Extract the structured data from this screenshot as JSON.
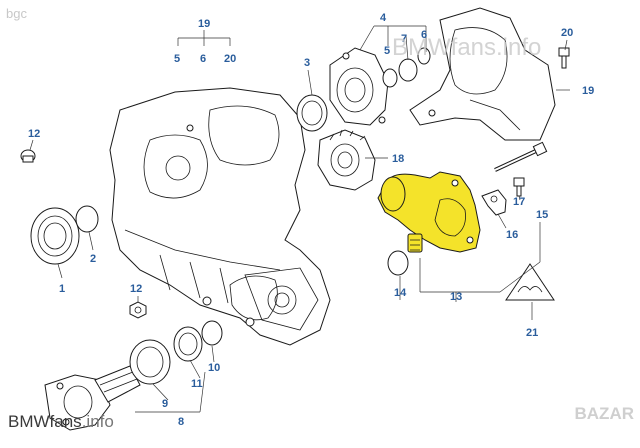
{
  "watermarks": {
    "top_left": "bgc",
    "center": "BMWfans.info",
    "bottom_left_main": "BMWfans",
    "bottom_left_suffix": ".info",
    "bottom_right": "BAZAR"
  },
  "callouts": {
    "c1": "1",
    "c2": "2",
    "c3": "3",
    "c4": "4",
    "c5": "5",
    "c5b": "5",
    "c6": "6",
    "c6b": "6",
    "c7": "7",
    "c8": "8",
    "c9": "9",
    "c10": "10",
    "c11": "11",
    "c12": "12",
    "c12b": "12",
    "c13": "13",
    "c14": "14",
    "c15": "15",
    "c16": "16",
    "c17": "17",
    "c18": "18",
    "c19": "19",
    "c19b": "19",
    "c20": "20",
    "c20b": "20",
    "c21": "21"
  },
  "colors": {
    "highlight": "#f4e32a",
    "callout": "#2a5d9c",
    "line": "#1a1a1a"
  }
}
